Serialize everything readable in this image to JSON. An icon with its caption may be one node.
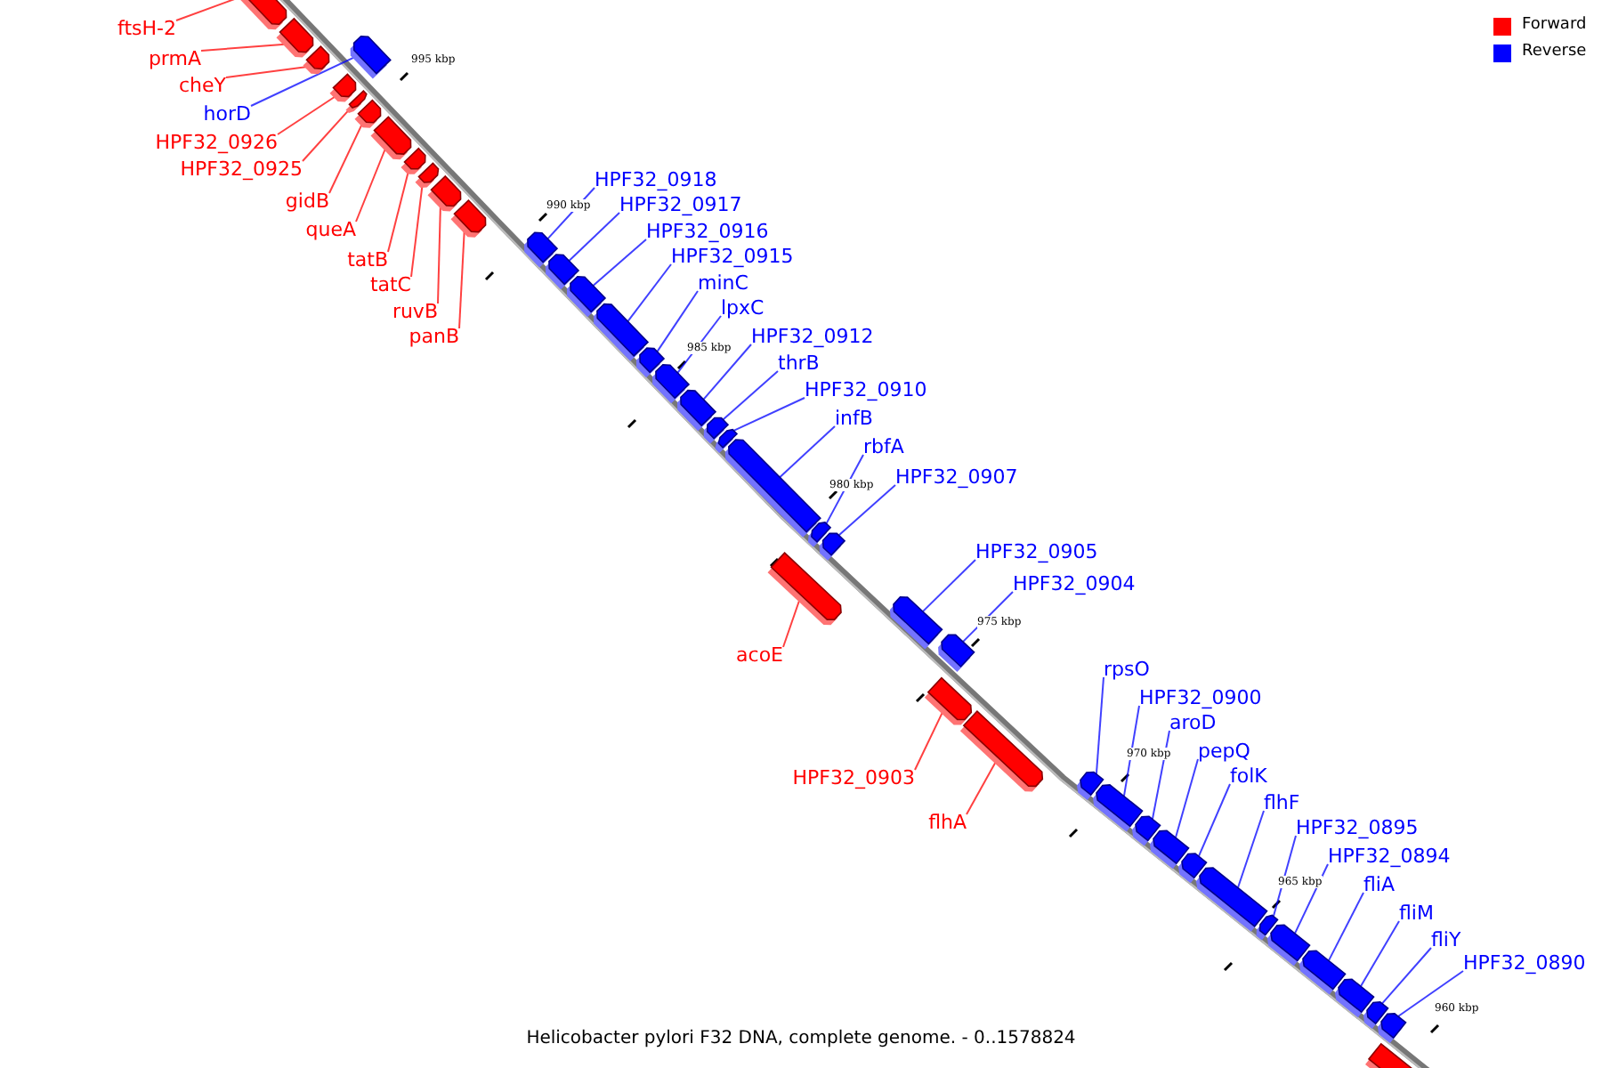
{
  "diagram": {
    "caption": "Helicobacter pylori F32 DNA, complete genome. - 0..1578824",
    "nodes": [
      {
        "text": [
          "ftsH-2"
        ]
      },
      {
        "text": [],
        "shape": "bar"
      },
      {
        "text": [
          "prmA"
        ]
      },
      {
        "text": [],
        "shape": "bar"
      },
      {
        "text": [
          "cheY"
        ]
      },
      {
        "text": [],
        "shape": "bar"
      },
      {
        "text": [
          "horD"
        ]
      },
      {
        "text": [],
        "shape": "bar"
      },
      {
        "text": [
          "HPF32_0926"
        ]
      },
      {
        "text": [],
        "shape": "bar"
      },
      {
        "text": [
          "HPF32_0925"
        ]
      },
      {
        "text": [],
        "shape": "bar"
      },
      {
        "text": [
          "gidB"
        ]
      },
      {
        "text": [],
        "shape": "bar"
      },
      {
        "text": [
          "queA"
        ]
      },
      {
        "text": [],
        "shape": "bar"
      },
      {
        "text": [
          "tatB"
        ]
      },
      {
        "text": [],
        "shape": "bar"
      },
      {
        "text": [
          "tatC"
        ]
      },
      {
        "text": [],
        "shape": "bar"
      },
      {
        "text": [
          "ruvB"
        ]
      },
      {
        "text": [],
        "shape": "bar"
      },
      {
        "text": [
          "panB"
        ]
      },
      {
        "text": [],
        "shape": "bar"
      },
      {
        "text": [
          "HPF32_0918"
        ]
      },
      {
        "text": [],
        "shape": "bar"
      },
      {
        "text": [
          "HPF32_0917"
        ]
      },
      {
        "text": [],
        "shape": "bar"
      },
      {
        "text": [
          "HPF32_0916"
        ]
      },
      {
        "text": [],
        "shape": "bar"
      },
      {
        "text": [
          "HPF32_0915"
        ]
      },
      {
        "text": [],
        "shape": "bar"
      },
      {
        "text": [
          "minC"
        ]
      },
      {
        "text": [],
        "shape": "bar"
      },
      {
        "text": [
          "lpxC"
        ]
      },
      {
        "text": [],
        "shape": "bar"
      },
      {
        "text": [
          "HPF32_0912"
        ]
      },
      {
        "text": [],
        "shape": "bar"
      },
      {
        "text": [
          "thrB"
        ]
      },
      {
        "text": [],
        "shape": "bar"
      },
      {
        "text": [
          "HPF32_0910"
        ]
      },
      {
        "text": [],
        "shape": "bar"
      },
      {
        "text": [
          "infB"
        ]
      },
      {
        "text": [],
        "shape": "bar"
      },
      {
        "text": [
          "rbfA"
        ]
      },
      {
        "text": [],
        "shape": "bar"
      },
      {
        "text": [
          "HPF32_0907"
        ]
      },
      {
        "text": [],
        "shape": "bar"
      },
      {
        "text": [
          "acoE"
        ]
      },
      {
        "text": [],
        "shape": "bar"
      },
      {
        "text": [
          "HPF32_0905"
        ]
      },
      {
        "text": [],
        "shape": "bar"
      },
      {
        "text": [
          "HPF32_0904"
        ]
      },
      {
        "text": [],
        "shape": "bar"
      },
      {
        "text": [
          "HPF32_0903"
        ]
      },
      {
        "text": [],
        "shape": "bar"
      },
      {
        "text": [
          "flhA"
        ]
      },
      {
        "text": [],
        "shape": "bar"
      },
      {
        "text": [
          "rpsO"
        ]
      },
      {
        "text": [],
        "shape": "bar"
      },
      {
        "text": [
          "HPF32_0900"
        ]
      },
      {
        "text": [],
        "shape": "bar"
      },
      {
        "text": [
          "aroD"
        ]
      },
      {
        "text": [],
        "shape": "bar"
      },
      {
        "text": [
          "pepQ"
        ]
      },
      {
        "text": [],
        "shape": "bar"
      },
      {
        "text": [
          "folK"
        ]
      },
      {
        "text": [],
        "shape": "bar"
      },
      {
        "text": [
          "flhF"
        ]
      },
      {
        "text": [],
        "shape": "bar"
      },
      {
        "text": [
          "HPF32_0895"
        ]
      },
      {
        "text": [],
        "shape": "bar"
      },
      {
        "text": [
          "HPF32_0894"
        ]
      },
      {
        "text": [],
        "shape": "bar"
      },
      {
        "text": [
          "fliA"
        ]
      },
      {
        "text": [],
        "shape": "bar"
      },
      {
        "text": [
          "fliM"
        ]
      },
      {
        "text": [],
        "shape": "bar"
      },
      {
        "text": [
          "fliY"
        ]
      },
      {
        "text": [],
        "shape": "bar"
      },
      {
        "text": [
          "HPF32_0890"
        ]
      },
      {
        "text": [],
        "shape": "bar"
      },
      {
        "text": [],
        "shape": "bar"
      }
    ],
    "edges": [
      {
        "from": 0,
        "to": 1,
        "arrow": "none",
        "color": "#ff0000"
      },
      {
        "from": 2,
        "to": 3,
        "arrow": "none",
        "color": "#ff0000"
      },
      {
        "from": 4,
        "to": 5,
        "arrow": "none",
        "color": "#ff0000"
      },
      {
        "from": 6,
        "to": 7,
        "arrow": "none",
        "color": "#0000ff"
      },
      {
        "from": 8,
        "to": 9,
        "arrow": "none",
        "color": "#ff0000"
      },
      {
        "from": 10,
        "to": 11,
        "arrow": "none",
        "color": "#ff0000"
      },
      {
        "from": 12,
        "to": 13,
        "arrow": "none",
        "color": "#ff0000"
      },
      {
        "from": 14,
        "to": 15,
        "arrow": "none",
        "color": "#ff0000"
      },
      {
        "from": 16,
        "to": 17,
        "arrow": "none",
        "color": "#ff0000"
      },
      {
        "from": 18,
        "to": 19,
        "arrow": "none",
        "color": "#ff0000"
      },
      {
        "from": 20,
        "to": 21,
        "arrow": "none",
        "color": "#ff0000"
      },
      {
        "from": 22,
        "to": 23,
        "arrow": "none",
        "color": "#ff0000"
      },
      {
        "from": 24,
        "to": 25,
        "arrow": "none",
        "color": "#0000ff"
      },
      {
        "from": 26,
        "to": 27,
        "arrow": "none",
        "color": "#0000ff"
      },
      {
        "from": 28,
        "to": 29,
        "arrow": "none",
        "color": "#0000ff"
      },
      {
        "from": 30,
        "to": 31,
        "arrow": "none",
        "color": "#0000ff"
      },
      {
        "from": 32,
        "to": 33,
        "arrow": "none",
        "color": "#0000ff"
      },
      {
        "from": 34,
        "to": 35,
        "arrow": "none",
        "color": "#0000ff"
      },
      {
        "from": 36,
        "to": 37,
        "arrow": "none",
        "color": "#0000ff"
      },
      {
        "from": 38,
        "to": 39,
        "arrow": "none",
        "color": "#0000ff"
      },
      {
        "from": 40,
        "to": 41,
        "arrow": "none",
        "color": "#0000ff"
      },
      {
        "from": 42,
        "to": 43,
        "arrow": "none",
        "color": "#0000ff"
      },
      {
        "from": 44,
        "to": 45,
        "arrow": "none",
        "color": "#0000ff"
      },
      {
        "from": 46,
        "to": 47,
        "arrow": "none",
        "color": "#0000ff"
      },
      {
        "from": 48,
        "to": 49,
        "arrow": "none",
        "color": "#ff0000"
      },
      {
        "from": 50,
        "to": 51,
        "arrow": "none",
        "color": "#0000ff"
      },
      {
        "from": 52,
        "to": 53,
        "arrow": "none",
        "color": "#0000ff"
      },
      {
        "from": 54,
        "to": 55,
        "arrow": "none",
        "color": "#ff0000"
      },
      {
        "from": 56,
        "to": 57,
        "arrow": "none",
        "color": "#ff0000"
      },
      {
        "from": 58,
        "to": 59,
        "arrow": "none",
        "color": "#0000ff"
      },
      {
        "from": 60,
        "to": 61,
        "arrow": "none",
        "color": "#0000ff"
      },
      {
        "from": 62,
        "to": 63,
        "arrow": "none",
        "color": "#0000ff"
      },
      {
        "from": 64,
        "to": 65,
        "arrow": "none",
        "color": "#0000ff"
      },
      {
        "from": 66,
        "to": 67,
        "arrow": "none",
        "color": "#0000ff"
      },
      {
        "from": 68,
        "to": 69,
        "arrow": "none",
        "color": "#0000ff"
      },
      {
        "from": 70,
        "to": 71,
        "arrow": "none",
        "color": "#0000ff"
      },
      {
        "from": 72,
        "to": 73,
        "arrow": "none",
        "color": "#0000ff"
      },
      {
        "from": 74,
        "to": 75,
        "arrow": "none",
        "color": "#0000ff"
      },
      {
        "from": 76,
        "to": 77,
        "arrow": "none",
        "color": "#0000ff"
      },
      {
        "from": 78,
        "to": 79,
        "arrow": "none",
        "color": "#0000ff"
      },
      {
        "from": 80,
        "to": 81,
        "arrow": "none",
        "color": "#0000ff"
      }
    ],
    "labels": [
      "995 kbp",
      "990 kbp",
      "985 kbp",
      "980 kbp",
      "975 kbp",
      "970 kbp",
      "965 kbp",
      "960 kbp"
    ],
    "legend": [
      {
        "text": "Forward",
        "color": "#ff0000"
      },
      {
        "text": "Reverse",
        "color": "#0000ff"
      }
    ]
  }
}
